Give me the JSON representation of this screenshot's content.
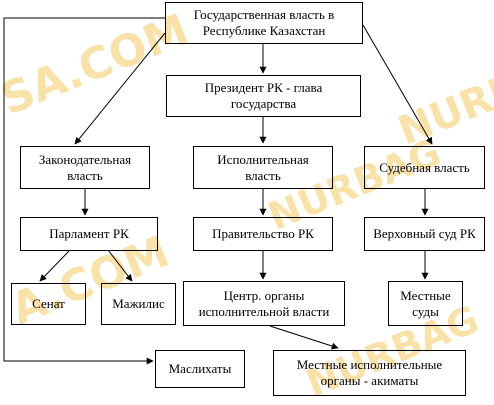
{
  "watermarks": [
    "SA.COM",
    "NURBAG",
    "NURBAG",
    "A.COM",
    "NURBAG"
  ],
  "nodes": {
    "state_power": "Государственная власть в Республике Казахстан",
    "president": "Президент РК - глава государства",
    "legislative": "Законодательная власть",
    "executive": "Исполнительная власть",
    "judicial": "Судебная власть",
    "parliament": "Парламент РК",
    "government": "Правительство РК",
    "supreme_court": "Верховный суд РК",
    "senate": "Сенат",
    "mazhilis": "Мажилис",
    "central_organs": "Центр. органы исполнительной власти",
    "local_courts": "Местные суды",
    "maslikhats": "Маслихаты",
    "local_executive": "Местные исполнительные органы - акиматы"
  },
  "colors": {
    "line": "#000000",
    "watermark": "#f6d98c"
  }
}
